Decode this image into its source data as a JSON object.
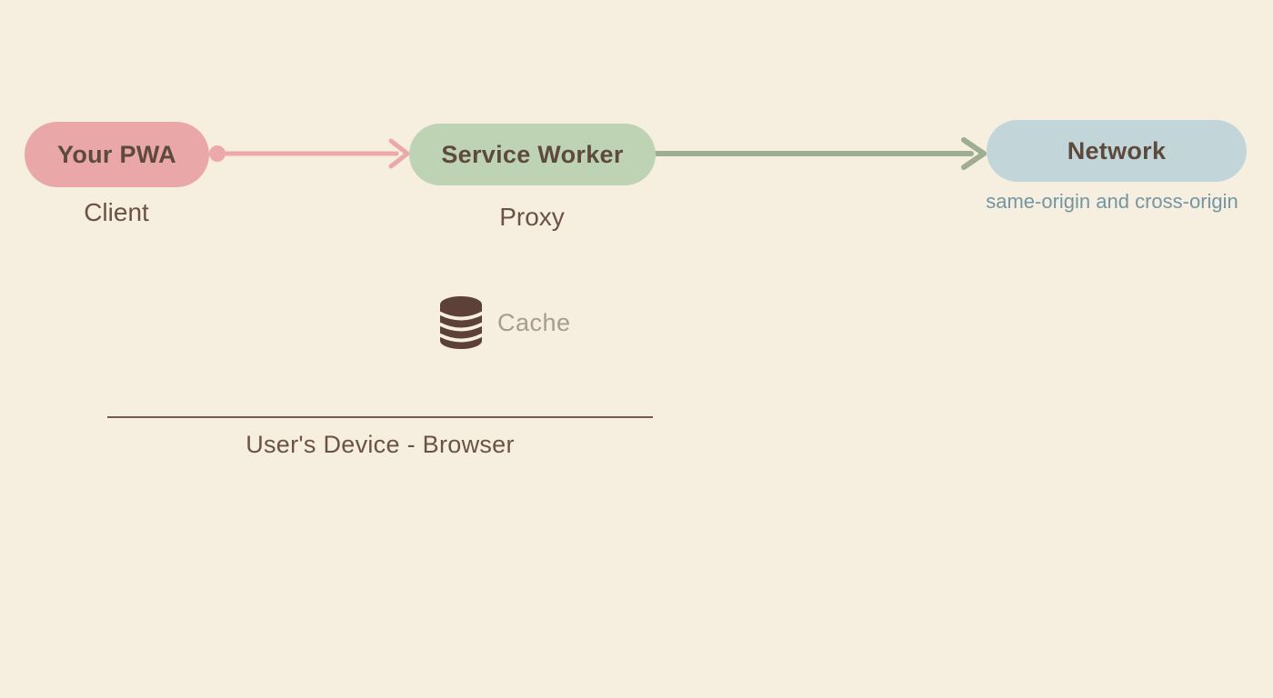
{
  "colors": {
    "bg": "#f6eedf",
    "pink": "#e9a7a8",
    "green": "#bed3b4",
    "blue": "#c2d5d9",
    "arrow-pink": "#eba9ab",
    "arrow-green": "#9fad90",
    "brown-dark": "#5d4a3c",
    "brown-mid": "#6a5246",
    "teal-text": "#7396a3",
    "cache-icon": "#5d4037",
    "cache-label": "#a99b8d",
    "line": "#73594d"
  },
  "nodes": [
    {
      "id": "your-pwa",
      "label": "Your PWA",
      "sublabel": "Client"
    },
    {
      "id": "service-worker",
      "label": "Service Worker",
      "sublabel": "Proxy"
    },
    {
      "id": "network",
      "label": "Network",
      "sublabel": "same-origin and cross-origin"
    }
  ],
  "cache": {
    "label": "Cache",
    "icon": "database-icon"
  },
  "device": {
    "label": "User's Device - Browser"
  }
}
